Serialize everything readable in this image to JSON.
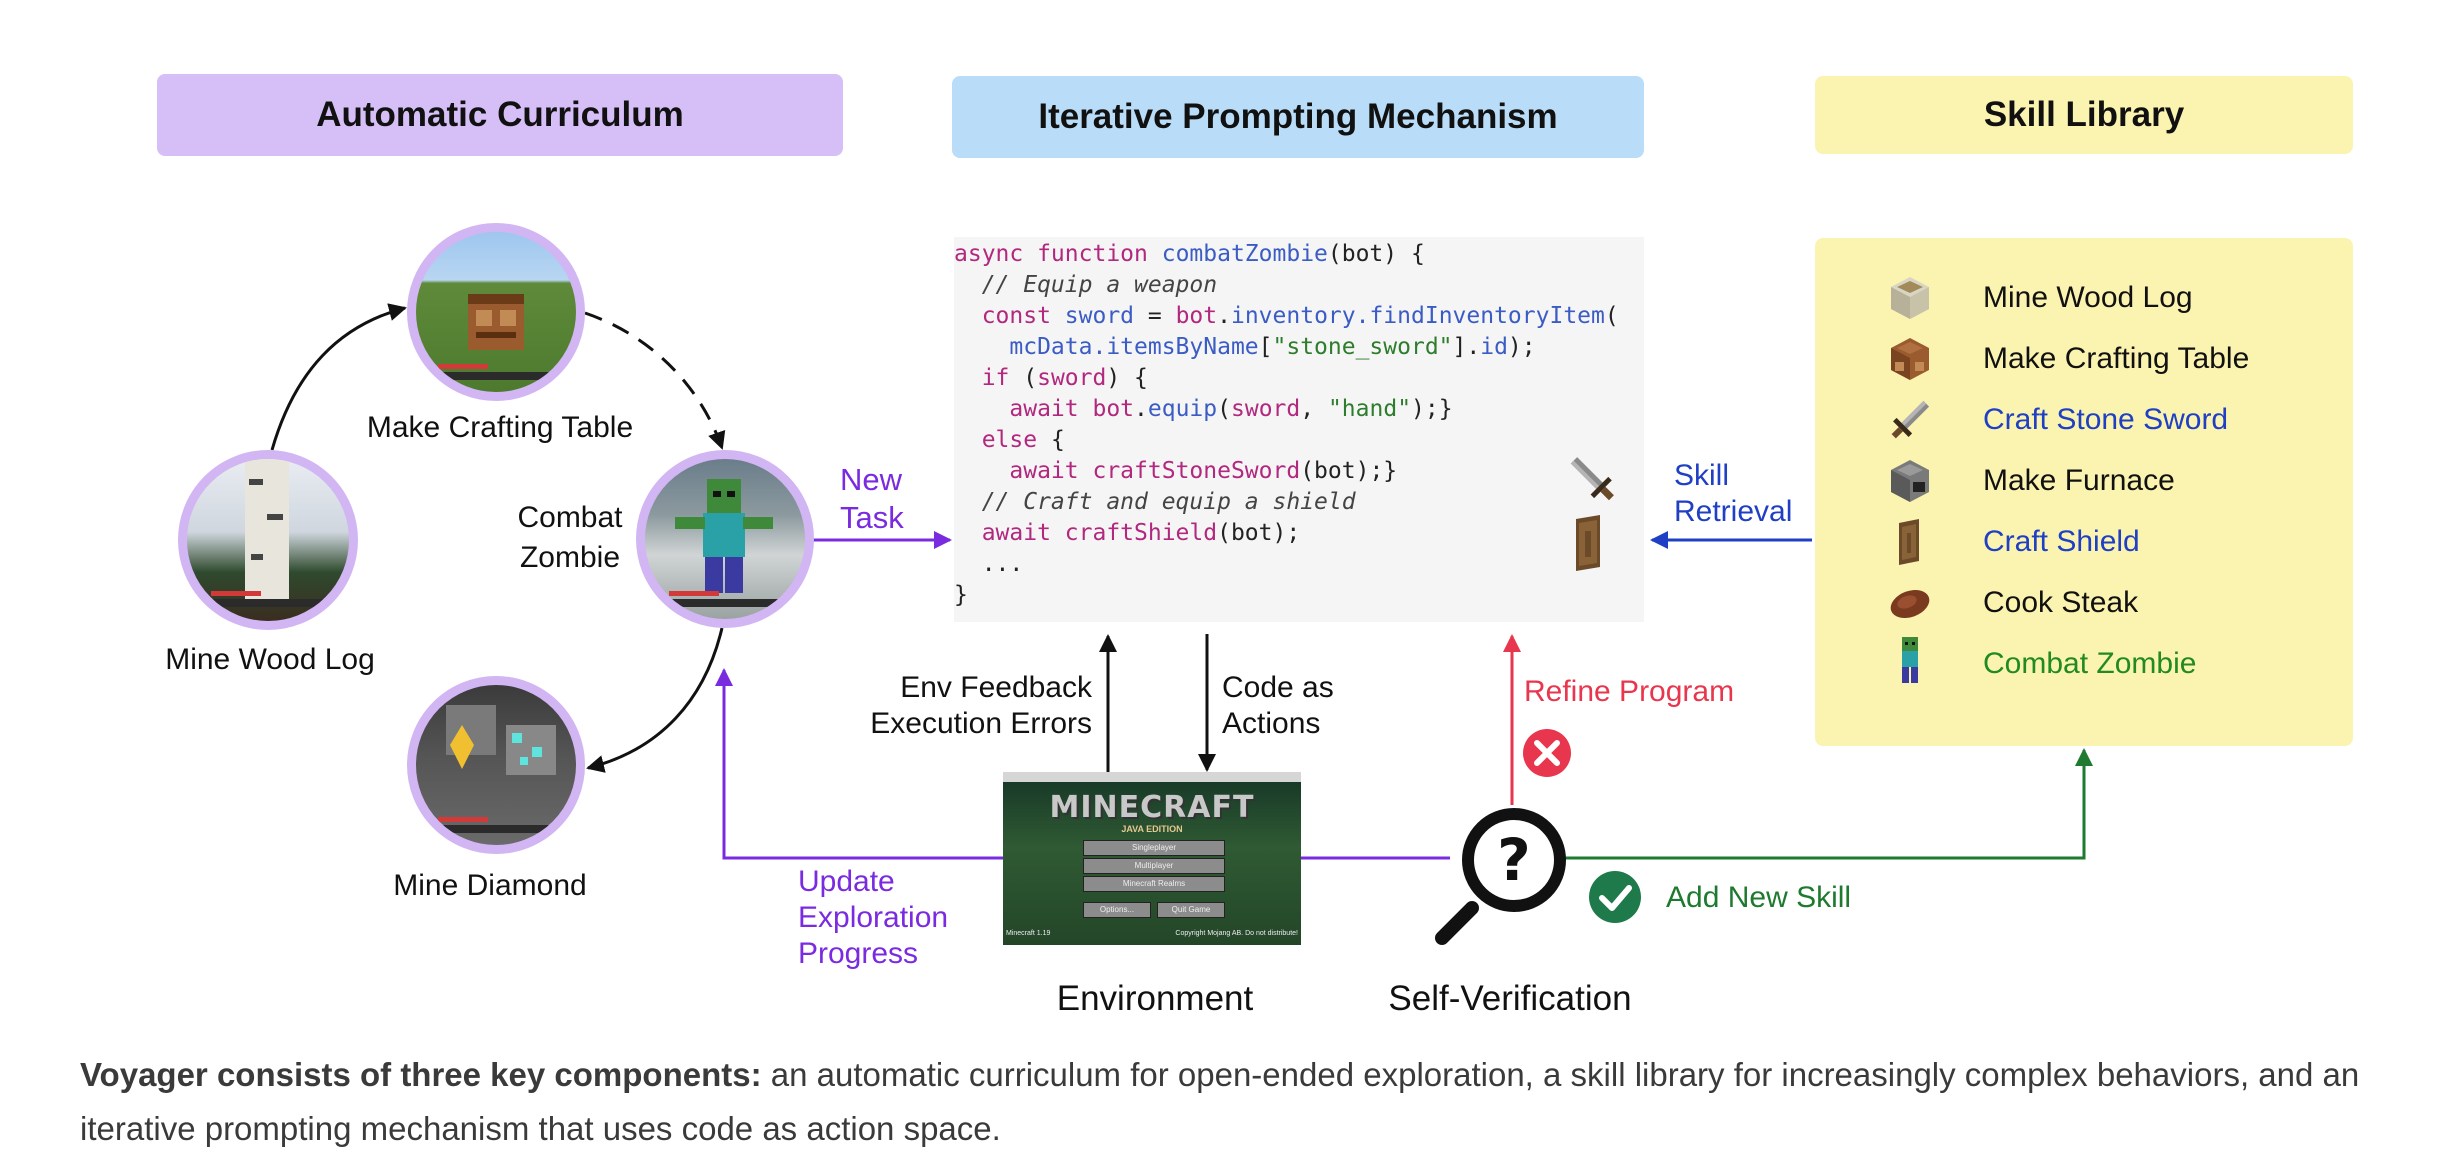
{
  "headers": {
    "curriculum": "Automatic Curriculum",
    "prompting": "Iterative Prompting Mechanism",
    "library": "Skill Library"
  },
  "curriculum": {
    "crafting_table": "Make Crafting Table",
    "wood_log": "Mine Wood Log",
    "combat_line1": "Combat",
    "combat_line2": "Zombie",
    "diamond": "Mine Diamond"
  },
  "flow": {
    "new_task_1": "New",
    "new_task_2": "Task",
    "skill_retrieval_1": "Skill",
    "skill_retrieval_2": "Retrieval",
    "env_feedback_1": "Env Feedback",
    "env_feedback_2": "Execution Errors",
    "code_actions_1": "Code as",
    "code_actions_2": "Actions",
    "refine": "Refine Program",
    "update_1": "Update",
    "update_2": "Exploration",
    "update_3": "Progress",
    "add_skill": "Add New Skill",
    "environment": "Environment",
    "self_verification": "Self-Verification"
  },
  "code": {
    "l1_kw": "async function ",
    "l1_fn": "combatZombie",
    "l1_rest": "(bot) {",
    "l2": "  // Equip a weapon",
    "l3_kw": "  const ",
    "l3_var": "sword",
    "l3_eq": " = ",
    "l3_obj": "bot",
    "l3_dot": ".",
    "l3_fn": "inventory.findInventoryItem",
    "l3_end": "(",
    "l4_pre": "    ",
    "l4_fn": "mcData.itemsByName",
    "l4_b1": "[",
    "l4_str": "\"stone_sword\"",
    "l4_b2": "].",
    "l4_id": "id",
    "l4_end": ");",
    "l5_kw": "  if ",
    "l5_rest": "(",
    "l5_var": "sword",
    "l5_end": ") {",
    "l6_kw": "    await ",
    "l6_obj": "bot",
    "l6_dot": ".",
    "l6_fn": "equip",
    "l6_p1": "(",
    "l6_var": "sword",
    "l6_p2": ", ",
    "l6_str": "\"hand\"",
    "l6_end": ");}",
    "l7_kw": "  else ",
    "l7_end": "{",
    "l8_kw": "    await ",
    "l8_fn": "craftStoneSword",
    "l8_end": "(bot);}",
    "l9": "  // Craft and equip a shield",
    "l10_kw": "  await ",
    "l10_fn": "craftShield",
    "l10_end": "(bot);",
    "l11": "  ...",
    "l12": "}"
  },
  "skills": [
    {
      "label": "Mine Wood  Log",
      "color": "#111111",
      "icon": "wood-log-icon"
    },
    {
      "label": "Make Crafting Table",
      "color": "#111111",
      "icon": "crafting-table-icon"
    },
    {
      "label": "Craft Stone Sword",
      "color": "#1f3fc4",
      "icon": "stone-sword-icon"
    },
    {
      "label": "Make Furnace",
      "color": "#111111",
      "icon": "furnace-icon"
    },
    {
      "label": "Craft Shield",
      "color": "#1f3fc4",
      "icon": "shield-icon"
    },
    {
      "label": "Cook Steak",
      "color": "#111111",
      "icon": "steak-icon"
    },
    {
      "label": "Combat Zombie",
      "color": "#218a21",
      "icon": "zombie-icon"
    }
  ],
  "environment_screen": {
    "title": "MINECRAFT",
    "subtitle": "JAVA EDITION",
    "btn1": "Singleplayer",
    "btn2": "Multiplayer",
    "btn3": "Minecraft Realms",
    "btn4": "Options...",
    "btn5": "Quit Game",
    "version": "Minecraft 1.19",
    "copyright": "Copyright Mojang AB. Do not distribute!"
  },
  "caption": {
    "bold": "Voyager consists of three key components:",
    "rest": " an automatic curriculum for open-ended exploration, a skill library for increasingly complex behaviors, and an iterative prompting mechanism that uses code as action space."
  },
  "colors": {
    "purple": "#7a2be0",
    "blue": "#1f3fc4",
    "red": "#e8364e",
    "green": "#1e7a2e"
  }
}
